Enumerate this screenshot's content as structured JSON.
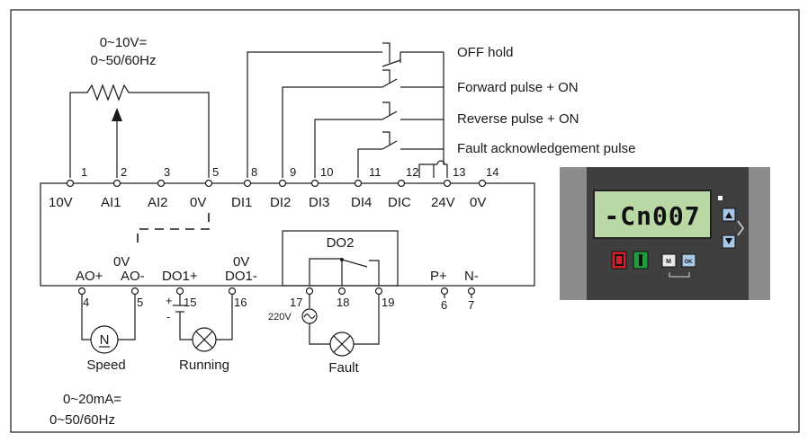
{
  "supply": {
    "line1": "0~10V=",
    "line2": "0~50/60Hz"
  },
  "switches": [
    {
      "label": "OFF hold"
    },
    {
      "label": "Forward pulse + ON"
    },
    {
      "label": "Reverse pulse + ON"
    },
    {
      "label": "Fault acknowledgement pulse"
    }
  ],
  "top_terminals": [
    {
      "num": "1",
      "name": "10V"
    },
    {
      "num": "2",
      "name": "AI1"
    },
    {
      "num": "3",
      "name": "AI2"
    },
    {
      "num": "5",
      "name": "0V"
    },
    {
      "num": "8",
      "name": "DI1"
    },
    {
      "num": "9",
      "name": "DI2"
    },
    {
      "num": "10",
      "name": "DI3"
    },
    {
      "num": "11",
      "name": "DI4"
    },
    {
      "num": "12",
      "name": "DIC"
    },
    {
      "num": "13",
      "name": "24V"
    },
    {
      "num": "14",
      "name": "0V"
    }
  ],
  "bottom_block": {
    "ao_zero": "0V",
    "do_zero": "0V",
    "do2_title": "DO2",
    "terminals": [
      {
        "num": "4",
        "name": "AO+"
      },
      {
        "num": "5",
        "name": "AO-"
      },
      {
        "num": "15",
        "name": "DO1+"
      },
      {
        "num": "16",
        "name": "DO1-"
      },
      {
        "num": "17",
        "name": ""
      },
      {
        "num": "18",
        "name": ""
      },
      {
        "num": "19",
        "name": ""
      },
      {
        "num": "6",
        "name": "P+"
      },
      {
        "num": "7",
        "name": "N-"
      }
    ],
    "ac_voltage": "220V",
    "plus_sign": "+",
    "minus_sign": "-"
  },
  "loads": {
    "meter_symbol": "N",
    "speed": "Speed",
    "running": "Running",
    "fault": "Fault"
  },
  "output_range": {
    "line1": "0~20mA=",
    "line2": "0~50/60Hz"
  },
  "panel": {
    "display": "-Cn007",
    "m_button": "M",
    "ok_button": "OK",
    "colors": {
      "body": "#3f3f3f",
      "display": "#b9d8a6",
      "stop": "#d4202a",
      "run": "#1f9a3c"
    }
  }
}
